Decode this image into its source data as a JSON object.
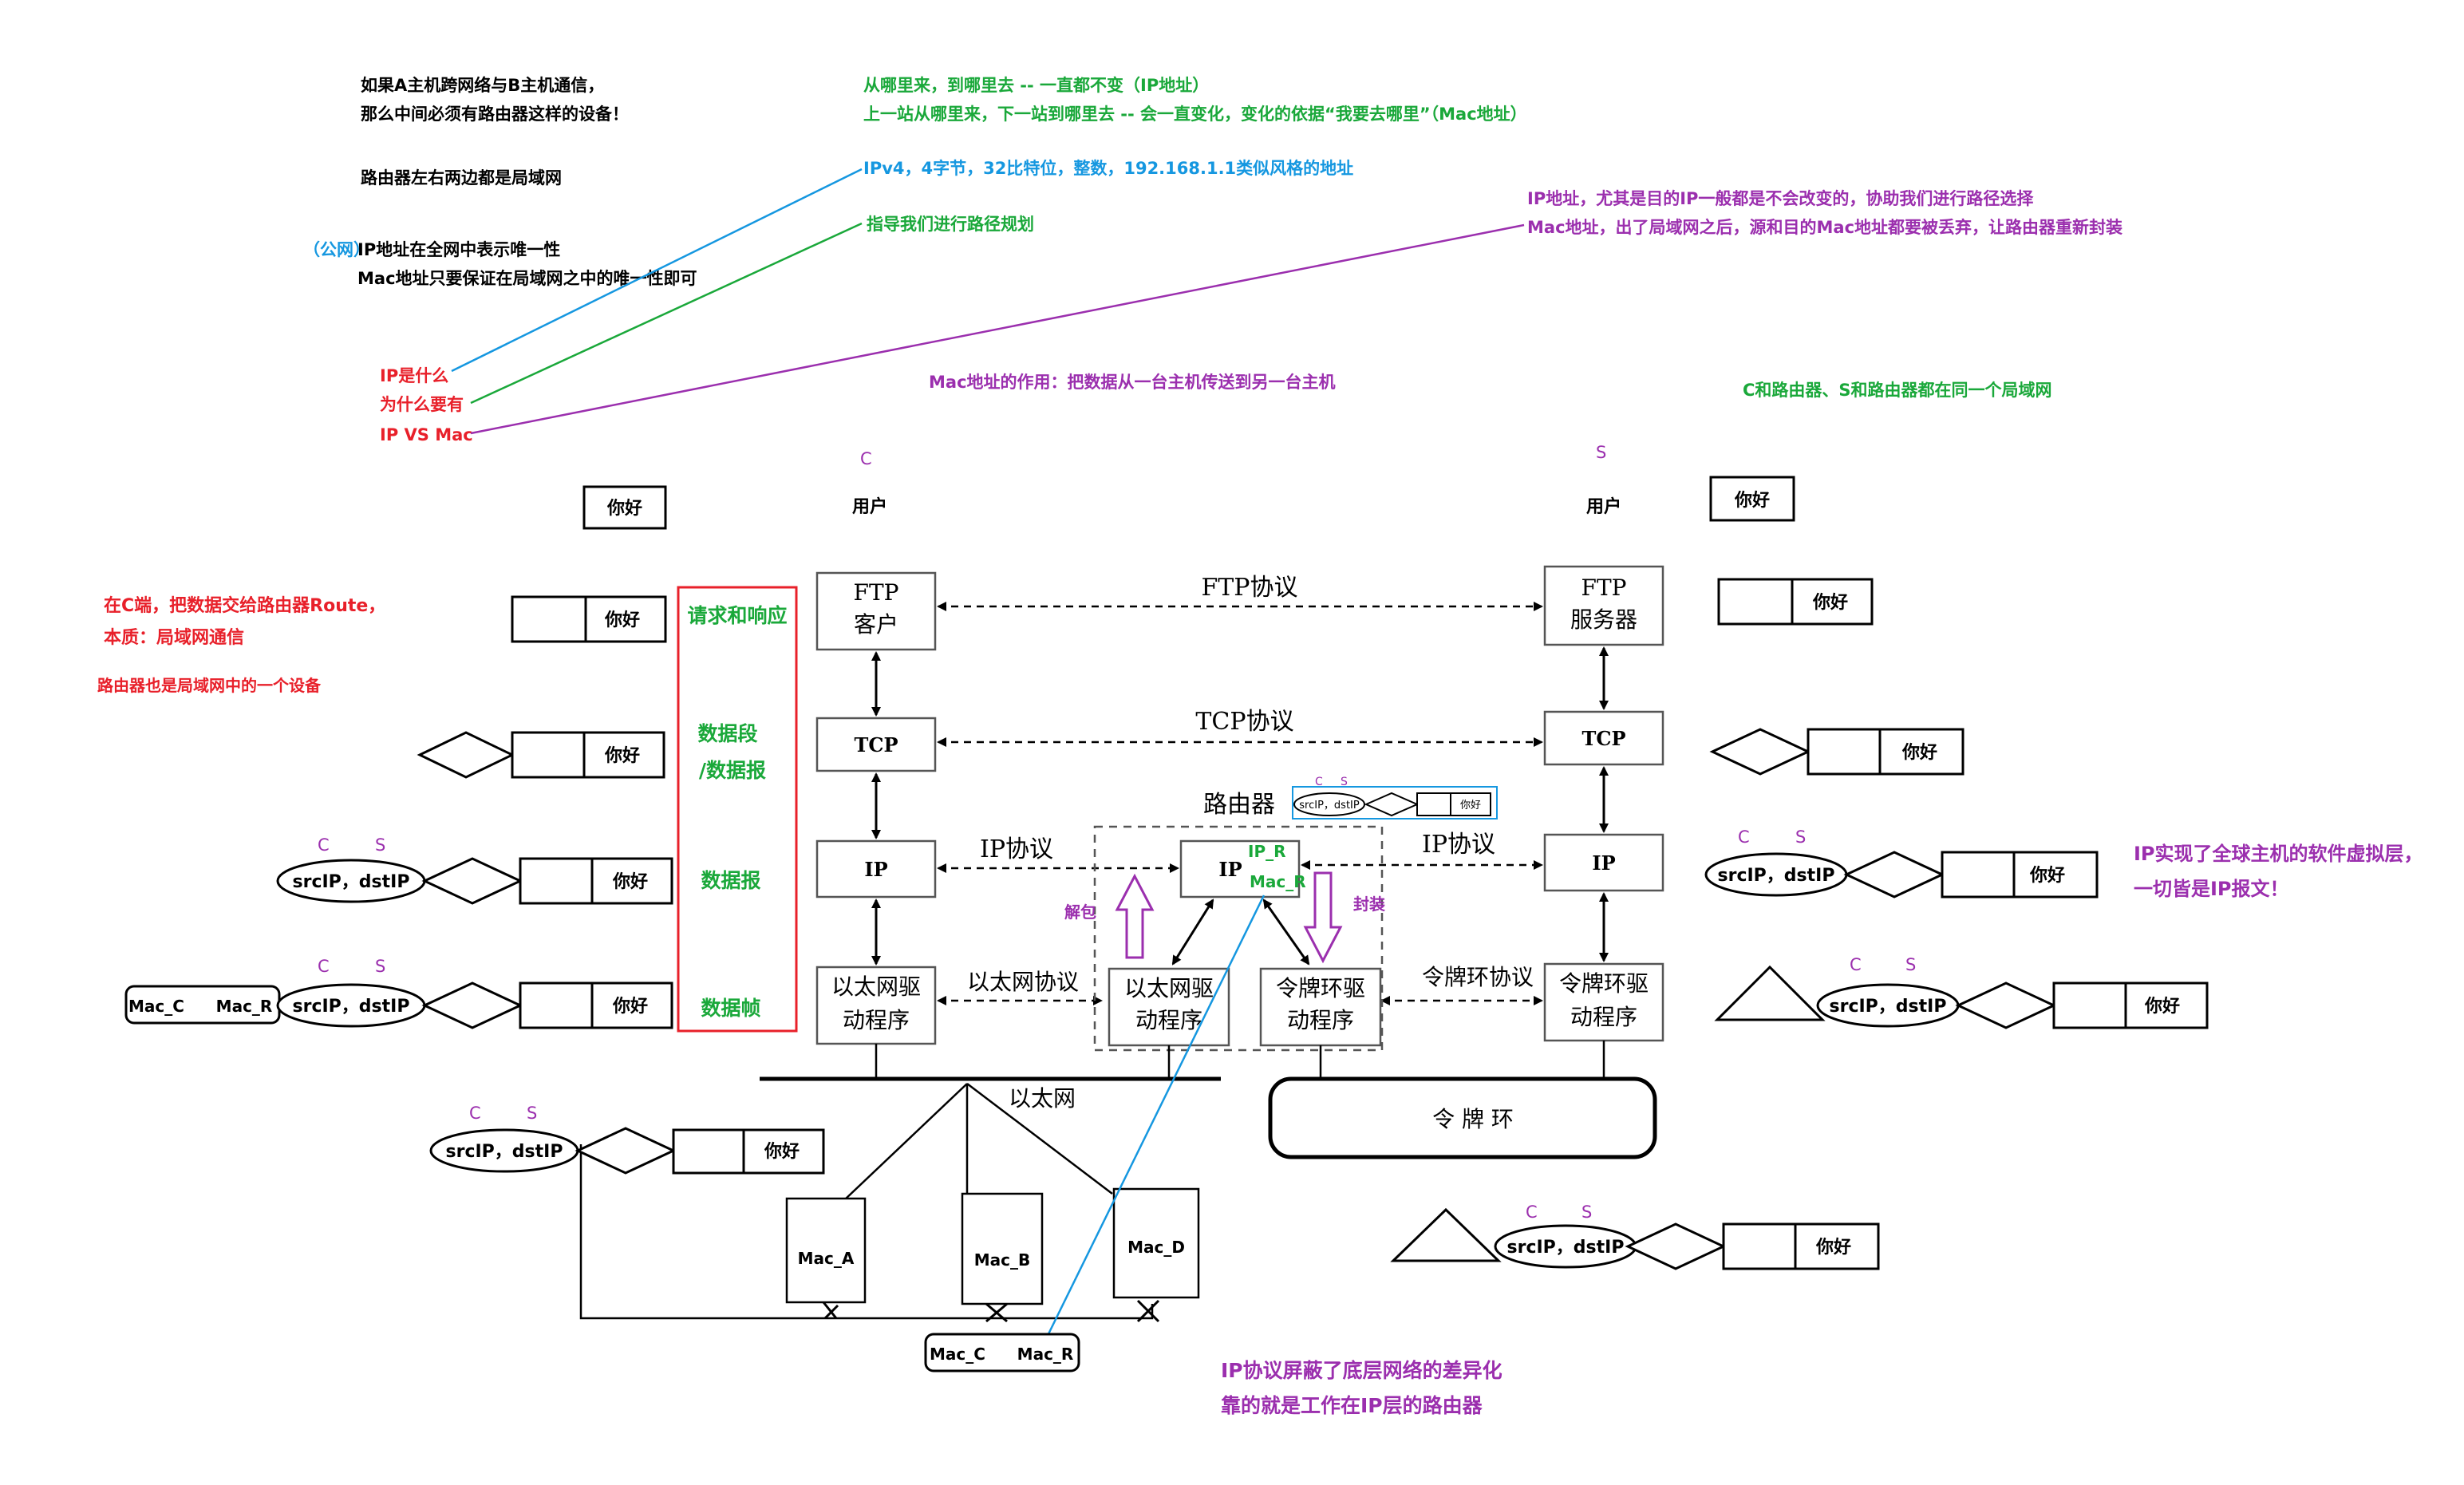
{
  "colors": {
    "black": "#000000",
    "red": "#e8202a",
    "green": "#1aa83a",
    "blue": "#1597e0",
    "purple": "#9b2fae",
    "gray": "#555555"
  },
  "top_notes": {
    "left_line1": "如果A主机跨网络与B主机通信，",
    "left_line2": "那么中间必须有路由器这样的设备！",
    "router_lan": "路由器左右两边都是局域网",
    "public_prefix": "（公网）",
    "ip_unique": "IP地址在全网中表示唯一性",
    "mac_unique": "Mac地址只要保证在局域网之中的唯一性即可",
    "q_what": "IP是什么",
    "q_why": "为什么要有",
    "q_vs": "IP VS Mac",
    "green_line1": "从哪里来，到哪里去 -- 一直都不变（IP地址）",
    "green_line2": "上一站从哪里来，下一站到哪里去 -- 会一直变化，变化的依据“我要去哪里”（Mac地址）",
    "blue_ipv4": "IPv4，4字节，32比特位，整数，192.168.1.1类似风格的地址",
    "green_guide": "指导我们进行路径规划",
    "purple_ip": "IP地址，尤其是目的IP一般都是不会改变的，协助我们进行路径选择",
    "purple_mac": "Mac地址，出了局域网之后，源和目的Mac地址都要被丢弃，让路由器重新封装",
    "mac_role": "Mac地址的作用：把数据从一台主机传送到另一台主机",
    "c_s_lan": "C和路由器、S和路由器都在同一个局域网"
  },
  "left_notes": {
    "red1": "在C端，把数据交给路由器Route，",
    "red2": "本质：局域网通信",
    "red3": "路由器也是局域网中的一个设备",
    "layer_req": "请求和响应",
    "layer_seg1": "数据段",
    "layer_seg2": "/数据报",
    "layer_dgram": "数据报",
    "layer_frame": "数据帧"
  },
  "right_notes": {
    "line1": "IP实现了全球主机的软件虚拟层，",
    "line2": "一切皆是IP报文！"
  },
  "bottom_notes": {
    "line1": "IP协议屏蔽了底层网络的差异化",
    "line2": "靠的就是工作在IP层的路由器"
  },
  "labels": {
    "C": "C",
    "S": "S",
    "user": "用户",
    "hello": "你好",
    "src_dst": "srcIP，dstIP",
    "mac_c": "Mac_C",
    "mac_r": "Mac_R",
    "mac_a": "Mac_A",
    "mac_b": "Mac_B",
    "mac_d": "Mac_D",
    "ip_r": "IP_R",
    "unpack": "解包",
    "pack": "封装",
    "mini_src": "srcIP，dstIP",
    "mini_hello": "你好"
  },
  "diagram": {
    "ftp_client_1": "FTP",
    "ftp_client_2": "客户",
    "ftp_server_1": "FTP",
    "ftp_server_2": "服务器",
    "tcp": "TCP",
    "ip": "IP",
    "eth_driver_1": "以太网驱",
    "eth_driver_2": "动程序",
    "token_driver_1": "令牌环驱",
    "token_driver_2": "动程序",
    "ftp_protocol": "FTP协议",
    "tcp_protocol": "TCP协议",
    "ip_protocol": "IP协议",
    "eth_protocol": "以太网协议",
    "token_protocol": "令牌环协议",
    "router": "路由器",
    "ethernet": "以太网",
    "token_ring": "令  牌  环"
  }
}
